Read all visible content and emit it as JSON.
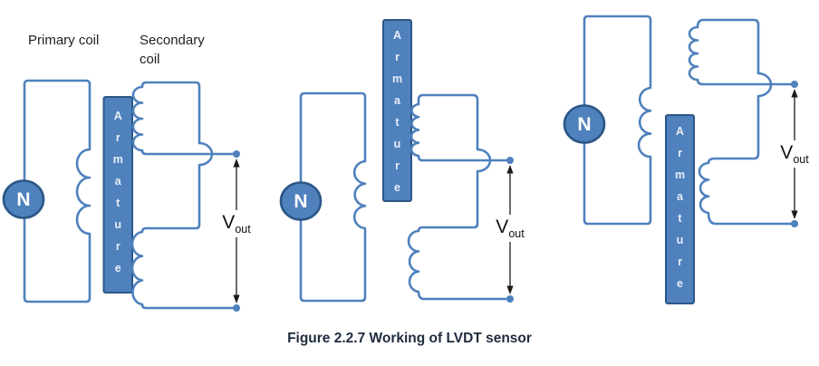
{
  "figure": {
    "caption": "Figure 2.2.7 Working of LVDT sensor"
  },
  "labels": {
    "primary_coil": "Primary coil",
    "secondary_coil": "Secondary coil",
    "armature": "Armature",
    "source": "N",
    "vout_main": "V",
    "vout_sub": "out"
  },
  "colors": {
    "wire": "#4f81bd",
    "armature_fill": "#4f81bd",
    "outline": "#2b5787",
    "armature_text": "#e8eef8",
    "label_text": "#1f1f1f",
    "caption_text": "#1e2b3c",
    "arrow": "#1a1a1a"
  }
}
